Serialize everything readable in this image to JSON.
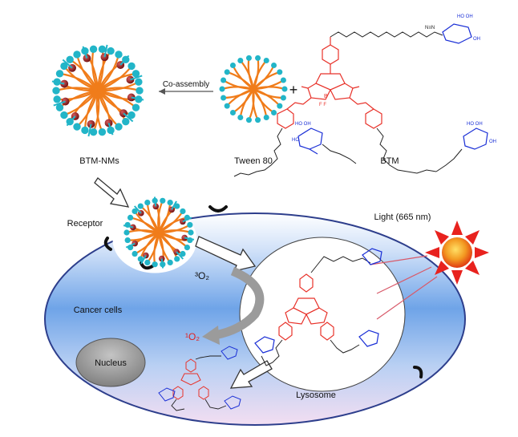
{
  "labels": {
    "btm_nms": "BTM-NMs",
    "tween80": "Tween 80",
    "btm": "BTM",
    "co_assembly": "Co-assembly",
    "plus": "+",
    "receptor": "Receptor",
    "light": "Light (665 nm)",
    "triplet_oxygen": "³O₂",
    "singlet_oxygen": "¹O₂",
    "cancer_cells": "Cancer cells",
    "nucleus": "Nucleus",
    "lysosome": "Lysosome"
  },
  "colors": {
    "micelle_tail": "#f07c1a",
    "micelle_head": "#22b5c8",
    "dye_bead": "#8b1a1a",
    "bodipy": "#e8322a",
    "sugar": "#1a2fd6",
    "linker": "#222222",
    "cell_top": "#ffffff",
    "cell_mid": "#6fa4e8",
    "cell_bottom": "#f2ddf2",
    "nucleus": "#9a9a9a",
    "sun_core": "#f2a02a",
    "sun_ray": "#e8221e",
    "arrow_grey": "#9b9b9b",
    "singlet_oxygen": "#e02020"
  },
  "icons": [
    "sun-icon",
    "arrow-icon",
    "receptor-icon"
  ]
}
